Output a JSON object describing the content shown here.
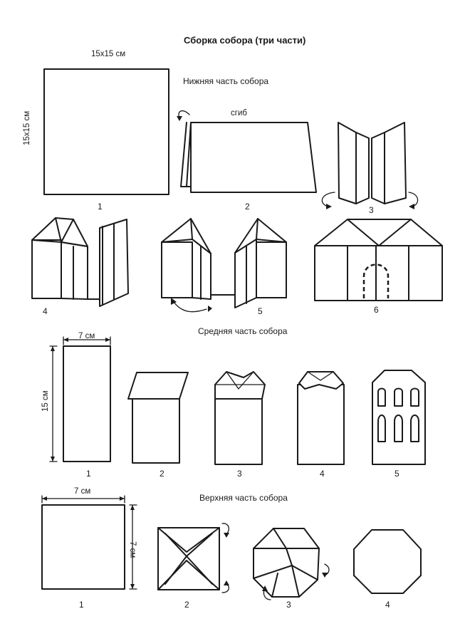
{
  "title": "Сборка собора (три части)",
  "sections": {
    "bottom": "Нижняя часть собора",
    "middle": "Средняя часть собора",
    "top": "Верхняя часть собора"
  },
  "dimensions": {
    "bottom_width": "15x15 см",
    "bottom_height": "15x15 см",
    "middle_width": "7 см",
    "middle_height": "15 см",
    "top_width": "7 см",
    "top_height": "7 см"
  },
  "labels": {
    "fold": "сгиб"
  },
  "steps": {
    "bottom": [
      "1",
      "2",
      "3",
      "4",
      "5",
      "6"
    ],
    "middle": [
      "1",
      "2",
      "3",
      "4",
      "5"
    ],
    "top": [
      "1",
      "2",
      "3",
      "4"
    ]
  }
}
